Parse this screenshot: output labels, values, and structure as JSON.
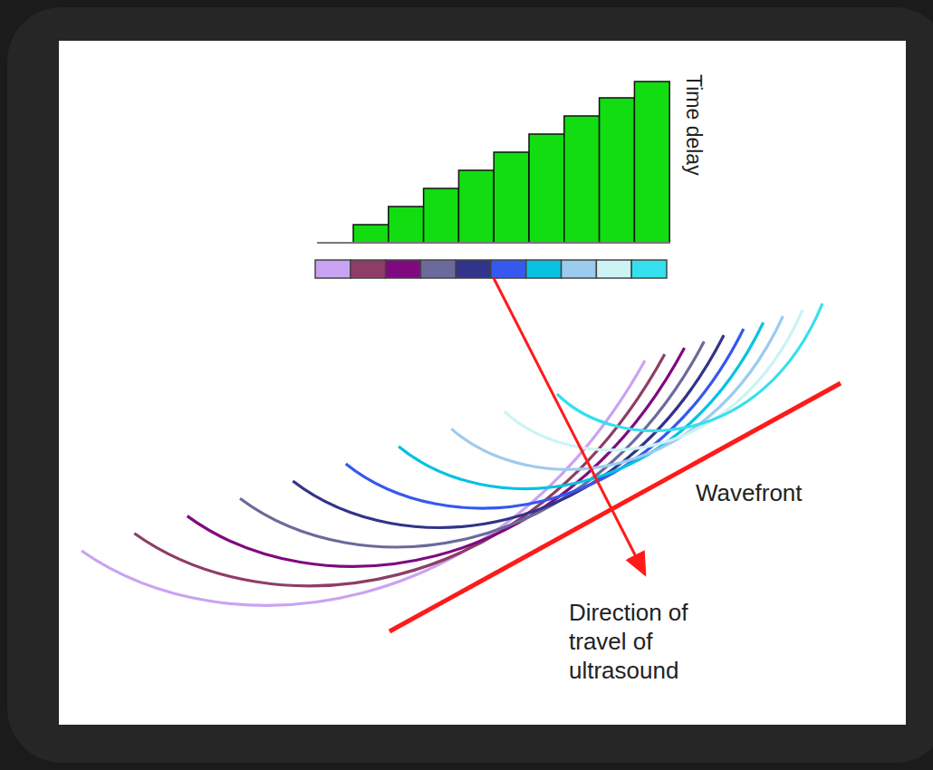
{
  "diagram": {
    "labels": [
      "Time delay",
      "Wavefront",
      "Direction of travel of ultrasound"
    ]
  }
}
